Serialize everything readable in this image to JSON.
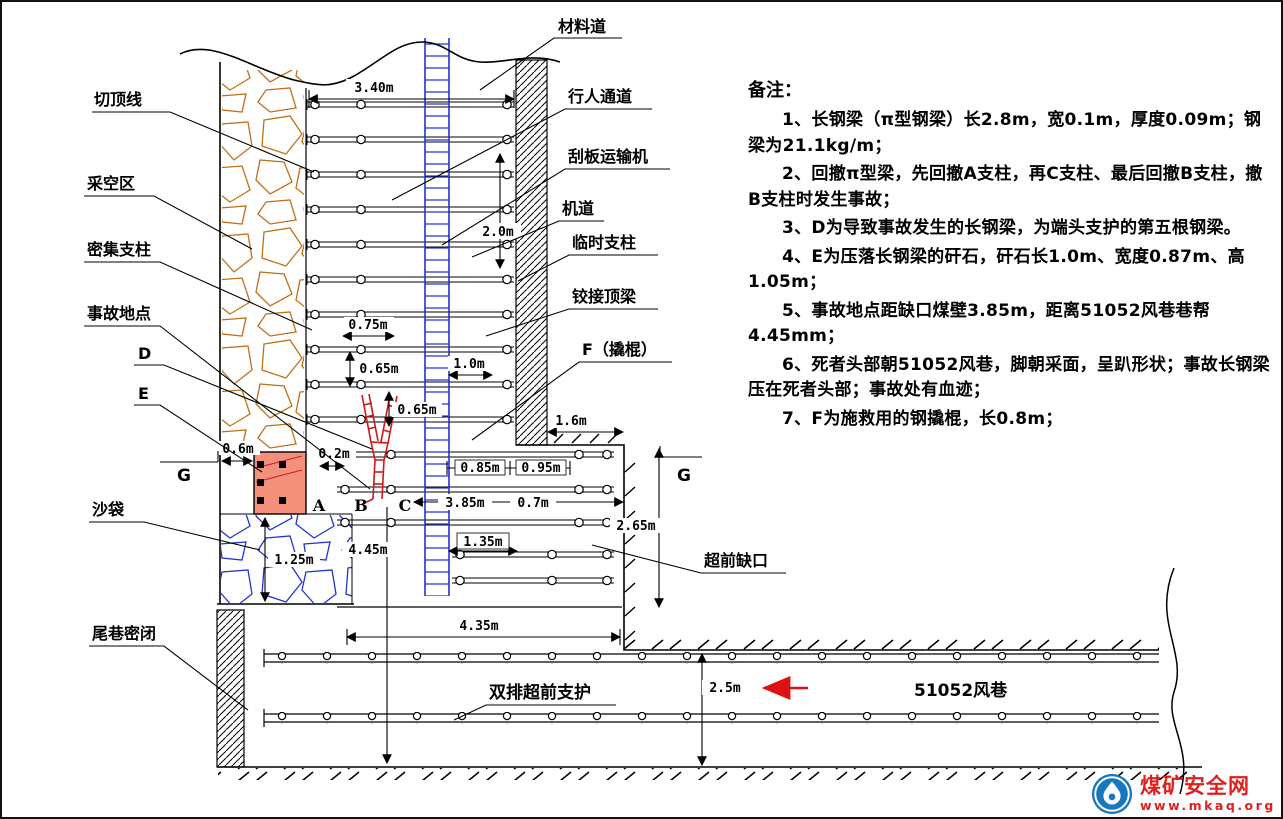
{
  "labels": {
    "qieding": "切顶线",
    "caikong": "采空区",
    "miji": "密集支柱",
    "shigu": "事故地点",
    "d": "D",
    "e": "E",
    "shadai": "沙袋",
    "weixiang": "尾巷密闭",
    "cailiao": "材料道",
    "xingren": "行人通道",
    "guaban": "刮板运输机",
    "jidao": "机道",
    "linshi": "临时支柱",
    "jiaojie": "铰接顶梁",
    "f": "F（撬棍）",
    "chaoqian": "超前缺口",
    "shuangpai": "双排超前支护",
    "fengxiang": "51052风巷",
    "g_left": "G",
    "g_right": "G",
    "a": "A",
    "b": "B",
    "c": "C"
  },
  "dims": {
    "d340": "3.40m",
    "d20": "2.0m",
    "d075": "0.75m",
    "d065a": "0.65m",
    "d10": "1.0m",
    "d065b": "0.65m",
    "d16": "1.6m",
    "d06": "0.6m",
    "d02": "0.2m",
    "d085": "0.85m",
    "d095": "0.95m",
    "d385": "3.85m",
    "d07": "0.7m",
    "d265": "2.65m",
    "d445": "4.45m",
    "d135": "1.35m",
    "d125": "1.25m",
    "d435": "4.35m",
    "d25": "2.5m"
  },
  "notes": {
    "title": "备注：",
    "items": [
      "1、长钢梁（π型钢梁）长2.8m，宽0.1m，厚度0.09m；钢梁为21.1kg/m；",
      "2、回撤π型梁，先回撤A支柱，再C支柱、最后回撤B支柱，撤B支柱时发生事故；",
      "3、D为导致事故发生的长钢梁，为端头支护的第五根钢梁。",
      "4、E为压落长钢梁的矸石，矸石长1.0m、宽度0.87m、高1.05m；",
      "5、事故地点距缺口煤壁3.85m，距离51052风巷巷帮4.45mm；",
      "6、死者头部朝51052风巷，脚朝采面，呈趴形状；事故长钢梁压在死者头部；事故处有血迹；",
      "7、F为施救用的钢撬棍，长0.8m；"
    ]
  },
  "logo": {
    "name": "煤矿安全网",
    "url": "www.mkaq.org"
  },
  "colors": {
    "goaf_rock": "#c07018",
    "sandbag_rock": "#2233cc",
    "conveyor_blue": "#2233cc",
    "accident_red": "#cc1818",
    "rock_e_fill": "#f2907c",
    "arrow_red": "#dd1111",
    "logo_red": "#e01f1f",
    "logo_blue": "#1878be"
  }
}
